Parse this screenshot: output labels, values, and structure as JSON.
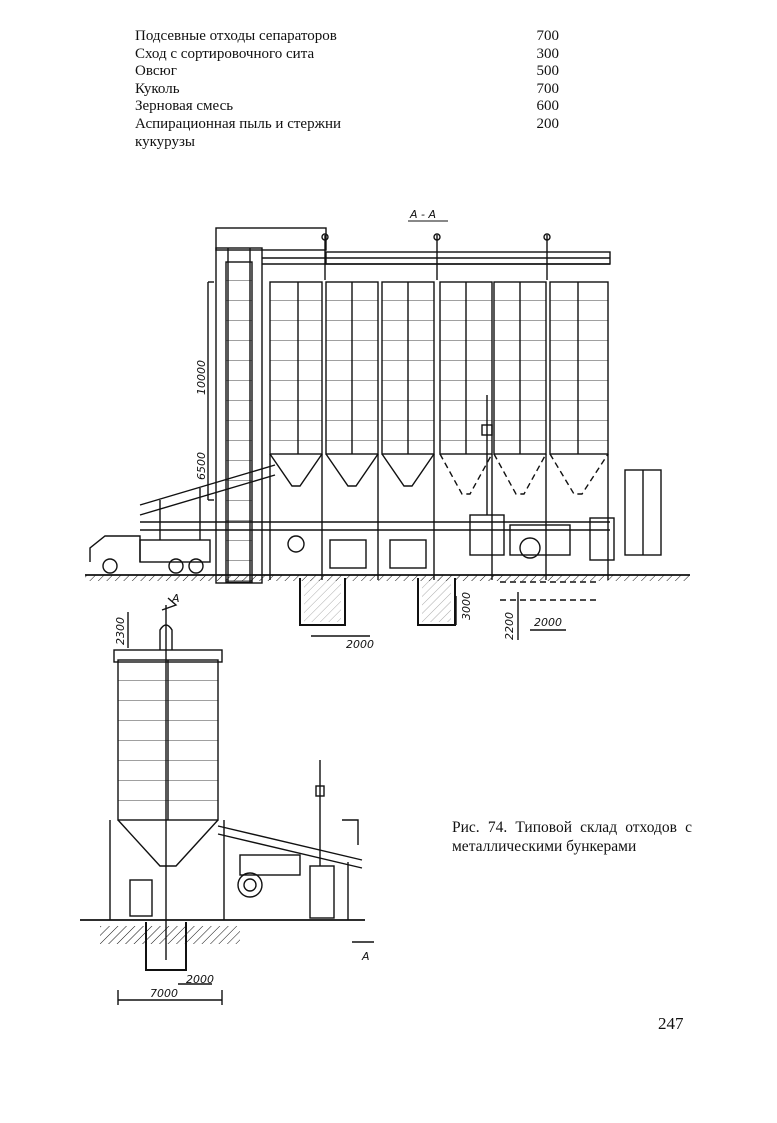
{
  "table": {
    "rows": [
      {
        "name": "Подсевные отходы сепараторов",
        "value": "700"
      },
      {
        "name": "Сход с сортировочного сита",
        "value": "300"
      },
      {
        "name": "Овсюг",
        "value": "500"
      },
      {
        "name": "Куколь",
        "value": "700"
      },
      {
        "name": "Зерновая смесь",
        "value": "600"
      },
      {
        "name": "Аспирационная пыль и стержни",
        "value": "200"
      },
      {
        "name": "кукурузы",
        "value": ""
      }
    ]
  },
  "drawing": {
    "section_label": "А - А",
    "cut_marker_top": "А",
    "cut_marker_bottom": "А",
    "dimensions": {
      "height_total": "10000",
      "height_conveyor": "6500",
      "pit_width": "2000",
      "pit_depth": "3000",
      "depth_right": "2200",
      "width_right": "2000",
      "side_top": "2300",
      "side_pit": "2000",
      "side_width": "7000"
    }
  },
  "caption": "Рис. 74. Типовой склад отходов с металлическими бункерами",
  "page_number": "247"
}
